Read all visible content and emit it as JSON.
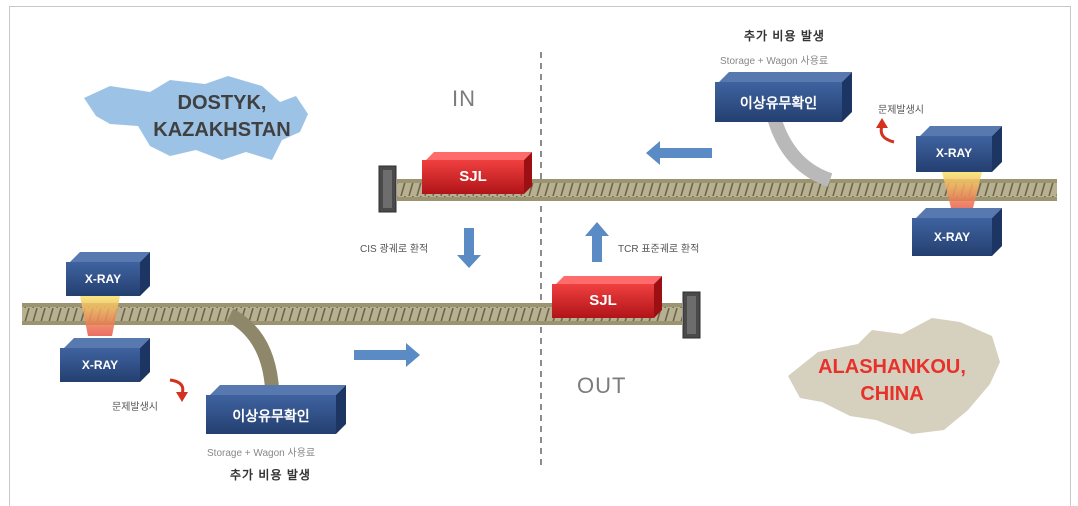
{
  "regions": {
    "kazakhstan": {
      "line1": "DOSTYK,",
      "line2": "KAZAKHSTAN",
      "color": "#9CC3E6",
      "text_color": "#404040"
    },
    "china": {
      "line1": "ALASHANKOU,",
      "line2": "CHINA",
      "color": "#D6D0BE",
      "text_color": "#E8312A"
    }
  },
  "labels": {
    "in": "IN",
    "out": "OUT",
    "sjl": "SJL",
    "xray": "X-RAY",
    "inspect": "이상유무확인",
    "problem": "문제발생시",
    "storage": "Storage + Wagon 사용료",
    "extra_cost": "추가 비용 발생",
    "cis_change": "CIS 광궤로 환적",
    "tcr_change": "TCR 표준궤로 환적"
  },
  "colors": {
    "container_red": "#E0242A",
    "box_blue": "#2F4F86",
    "arrow_blue": "#5B8BC4",
    "track": "#9C9370",
    "red_arrow": "#D2321E"
  }
}
